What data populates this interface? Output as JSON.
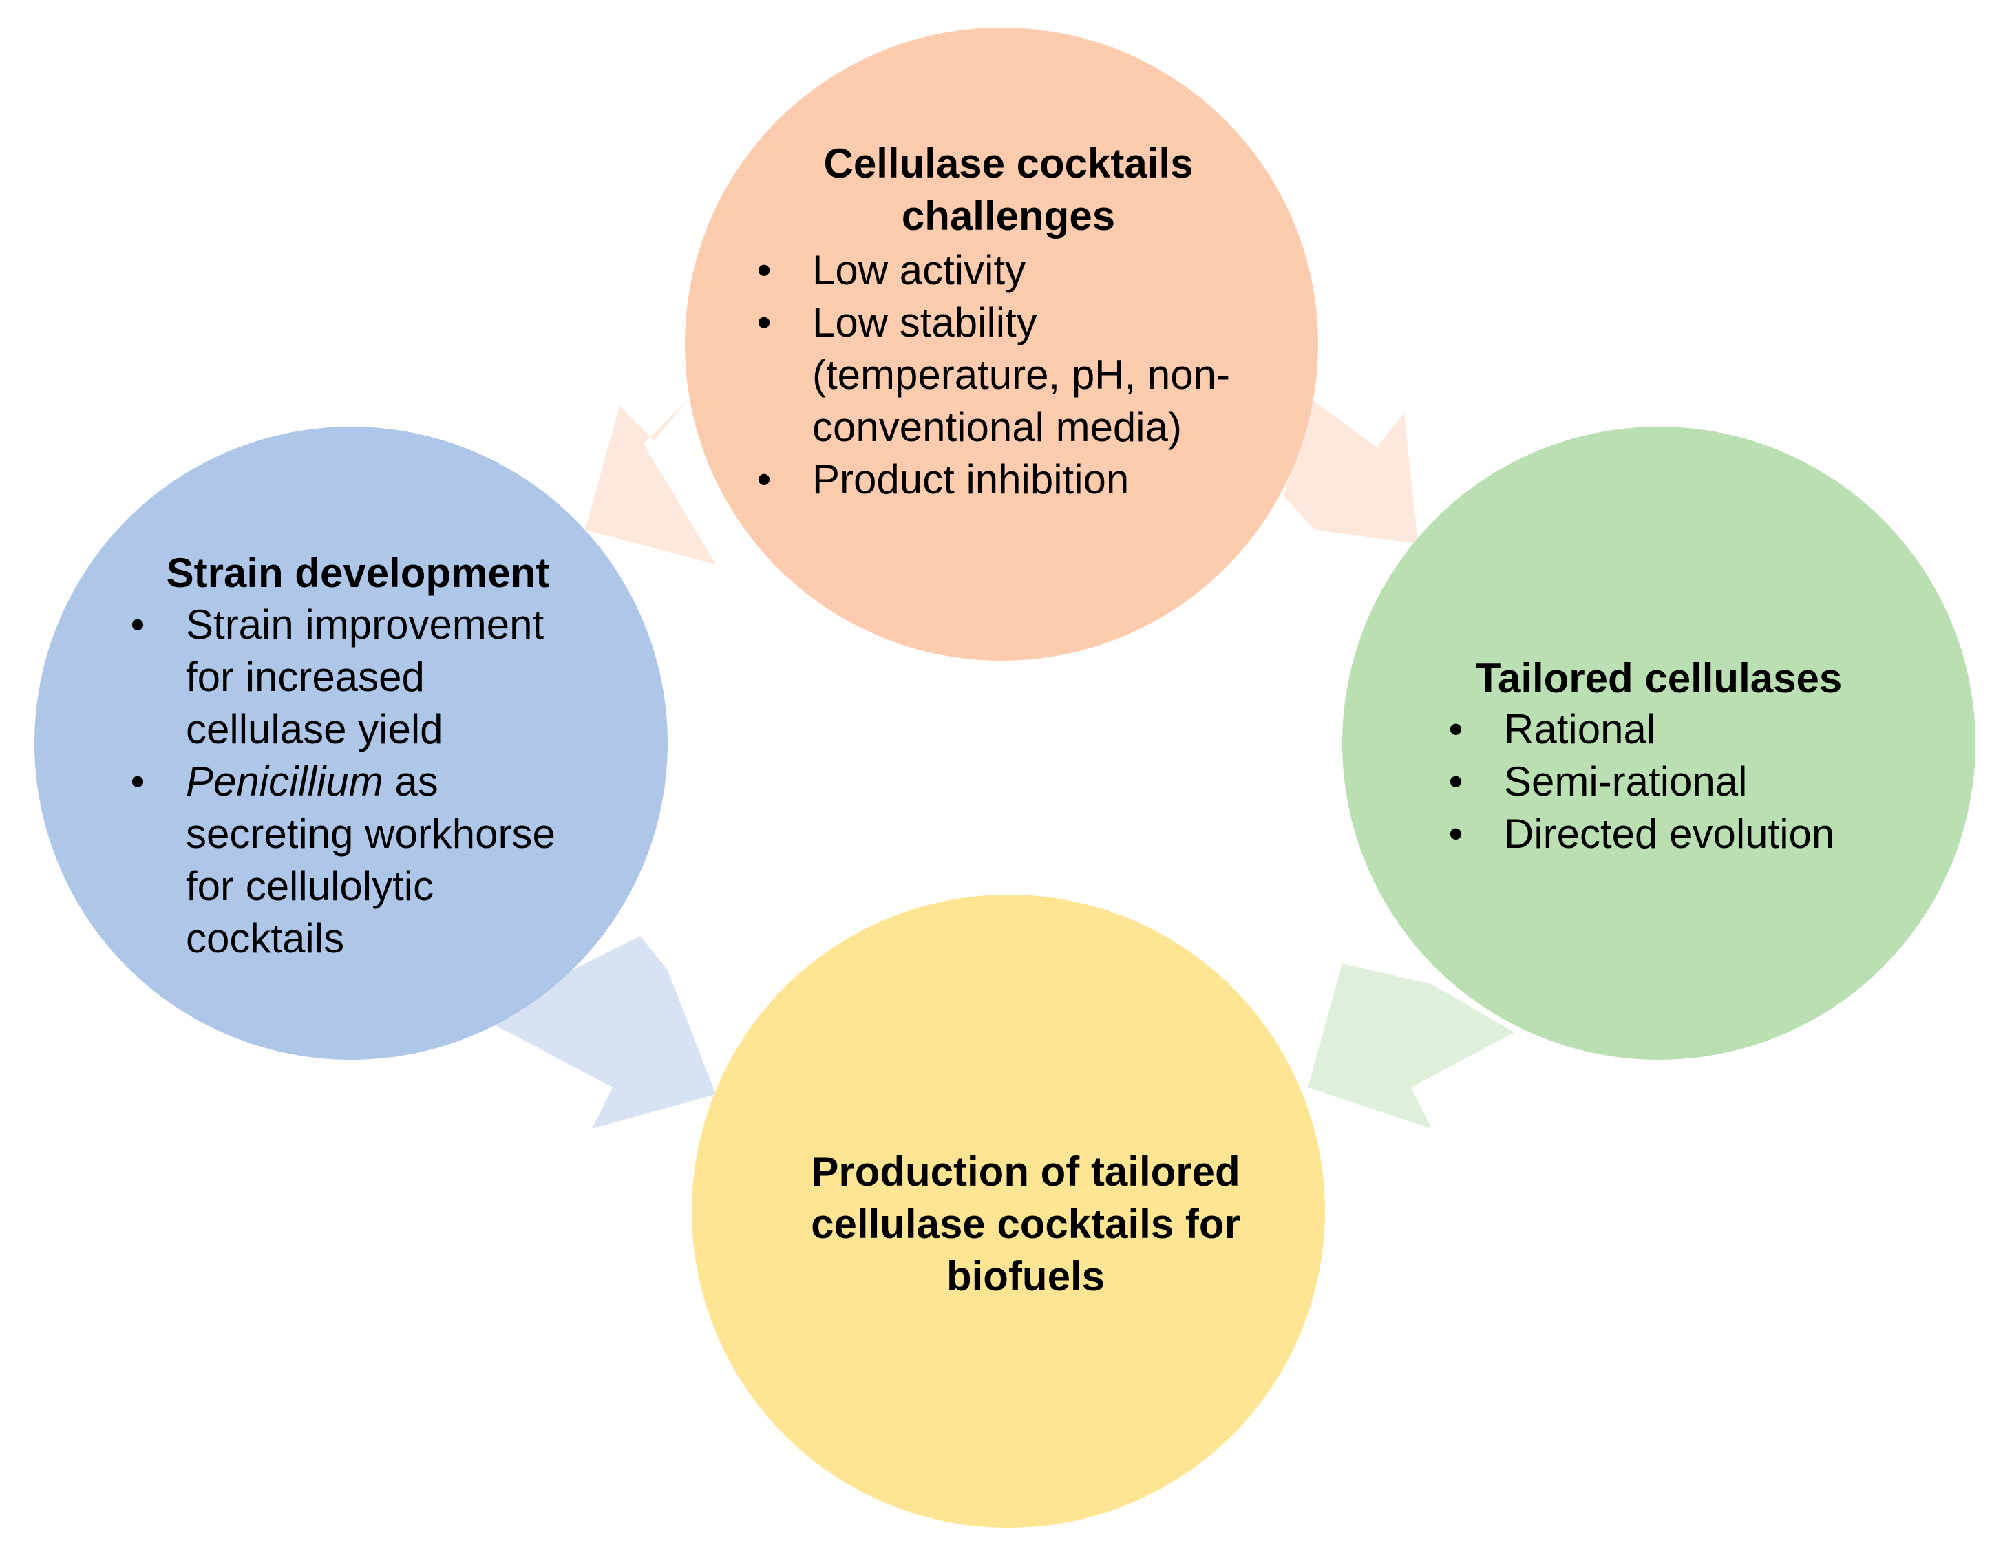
{
  "colors": {
    "top_circle": "#FDCBAD",
    "left_circle": "#AEC7E8",
    "right_circle": "#BADFB2",
    "bottom_circle": "#FDE594",
    "arrow_orange": "#FDE8DB",
    "arrow_blue": "#D7E3F3",
    "arrow_green": "#DEF0DA"
  },
  "top": {
    "title_line1": "Cellulase cocktails",
    "title_line2": "challenges",
    "items": [
      "Low activity",
      "Low stability",
      "(temperature, pH, non-",
      "conventional media)",
      "Product inhibition"
    ]
  },
  "left": {
    "title": "Strain development",
    "item1": [
      "Strain improvement",
      "for increased",
      "cellulase yield"
    ],
    "item2_italic": "Penicillium",
    "item2_rest": " as",
    "item2_lines": [
      "secreting workhorse",
      "for cellulolytic",
      "cocktails"
    ]
  },
  "right": {
    "title": "Tailored cellulases",
    "items": [
      "Rational",
      "Semi-rational",
      "Directed evolution"
    ]
  },
  "bottom": {
    "lines": [
      "Production of tailored",
      "cellulase cocktails for",
      "biofuels"
    ]
  }
}
